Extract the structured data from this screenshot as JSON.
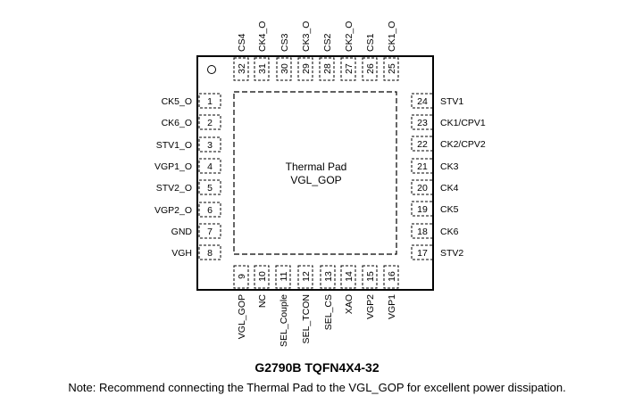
{
  "package": {
    "thermal_pad_line1": "Thermal Pad",
    "thermal_pad_line2": "VGL_GOP",
    "pin1_marker": "pin-1-dot-icon"
  },
  "pins": {
    "left": [
      {
        "num": "1",
        "name": "CK5_O"
      },
      {
        "num": "2",
        "name": "CK6_O"
      },
      {
        "num": "3",
        "name": "STV1_O"
      },
      {
        "num": "4",
        "name": "VGP1_O"
      },
      {
        "num": "5",
        "name": "STV2_O"
      },
      {
        "num": "6",
        "name": "VGP2_O"
      },
      {
        "num": "7",
        "name": "GND"
      },
      {
        "num": "8",
        "name": "VGH"
      }
    ],
    "bottom": [
      {
        "num": "9",
        "name": "VGL_GOP"
      },
      {
        "num": "10",
        "name": "NC"
      },
      {
        "num": "11",
        "name": "SEL_Couple"
      },
      {
        "num": "12",
        "name": "SEL_TCON"
      },
      {
        "num": "13",
        "name": "SEL_CS"
      },
      {
        "num": "14",
        "name": "XAO"
      },
      {
        "num": "15",
        "name": "VGP2"
      },
      {
        "num": "16",
        "name": "VGP1"
      }
    ],
    "right": [
      {
        "num": "17",
        "name": "STV2"
      },
      {
        "num": "18",
        "name": "CK6"
      },
      {
        "num": "19",
        "name": "CK5"
      },
      {
        "num": "20",
        "name": "CK4"
      },
      {
        "num": "21",
        "name": "CK3"
      },
      {
        "num": "22",
        "name": "CK2/CPV2"
      },
      {
        "num": "23",
        "name": "CK1/CPV1"
      },
      {
        "num": "24",
        "name": "STV1"
      }
    ],
    "top": [
      {
        "num": "25",
        "name": "CK1_O"
      },
      {
        "num": "26",
        "name": "CS1"
      },
      {
        "num": "27",
        "name": "CK2_O"
      },
      {
        "num": "28",
        "name": "CS2"
      },
      {
        "num": "29",
        "name": "CK3_O"
      },
      {
        "num": "30",
        "name": "CS3"
      },
      {
        "num": "31",
        "name": "CK4_O"
      },
      {
        "num": "32",
        "name": "CS4"
      }
    ]
  },
  "caption": {
    "title": "G2790B TQFN4X4-32",
    "note": "Note: Recommend connecting the Thermal Pad to the VGL_GOP for excellent power dissipation."
  }
}
